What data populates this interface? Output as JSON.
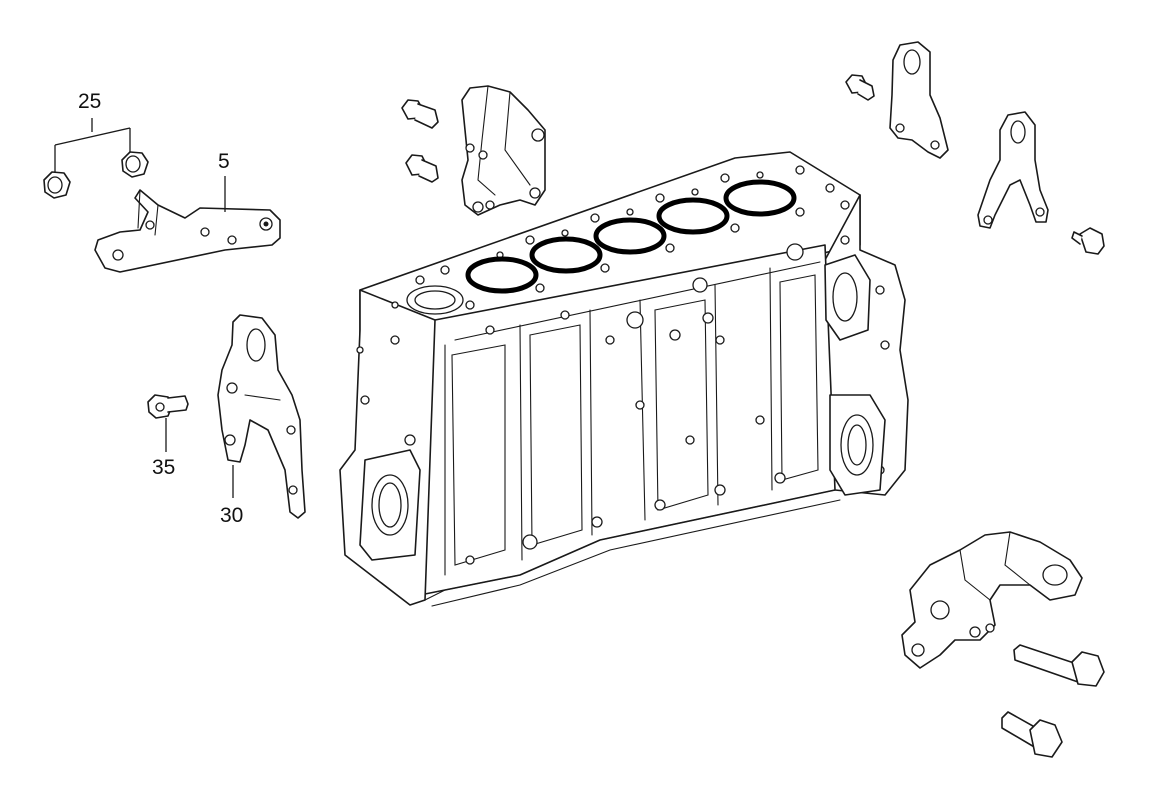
{
  "callouts": {
    "c25": "25",
    "c5": "5",
    "c35": "35",
    "c30": "30"
  },
  "colors": {
    "background": "#ffffff",
    "line": "#1a1a1a",
    "gasket_ring": "#000000"
  }
}
